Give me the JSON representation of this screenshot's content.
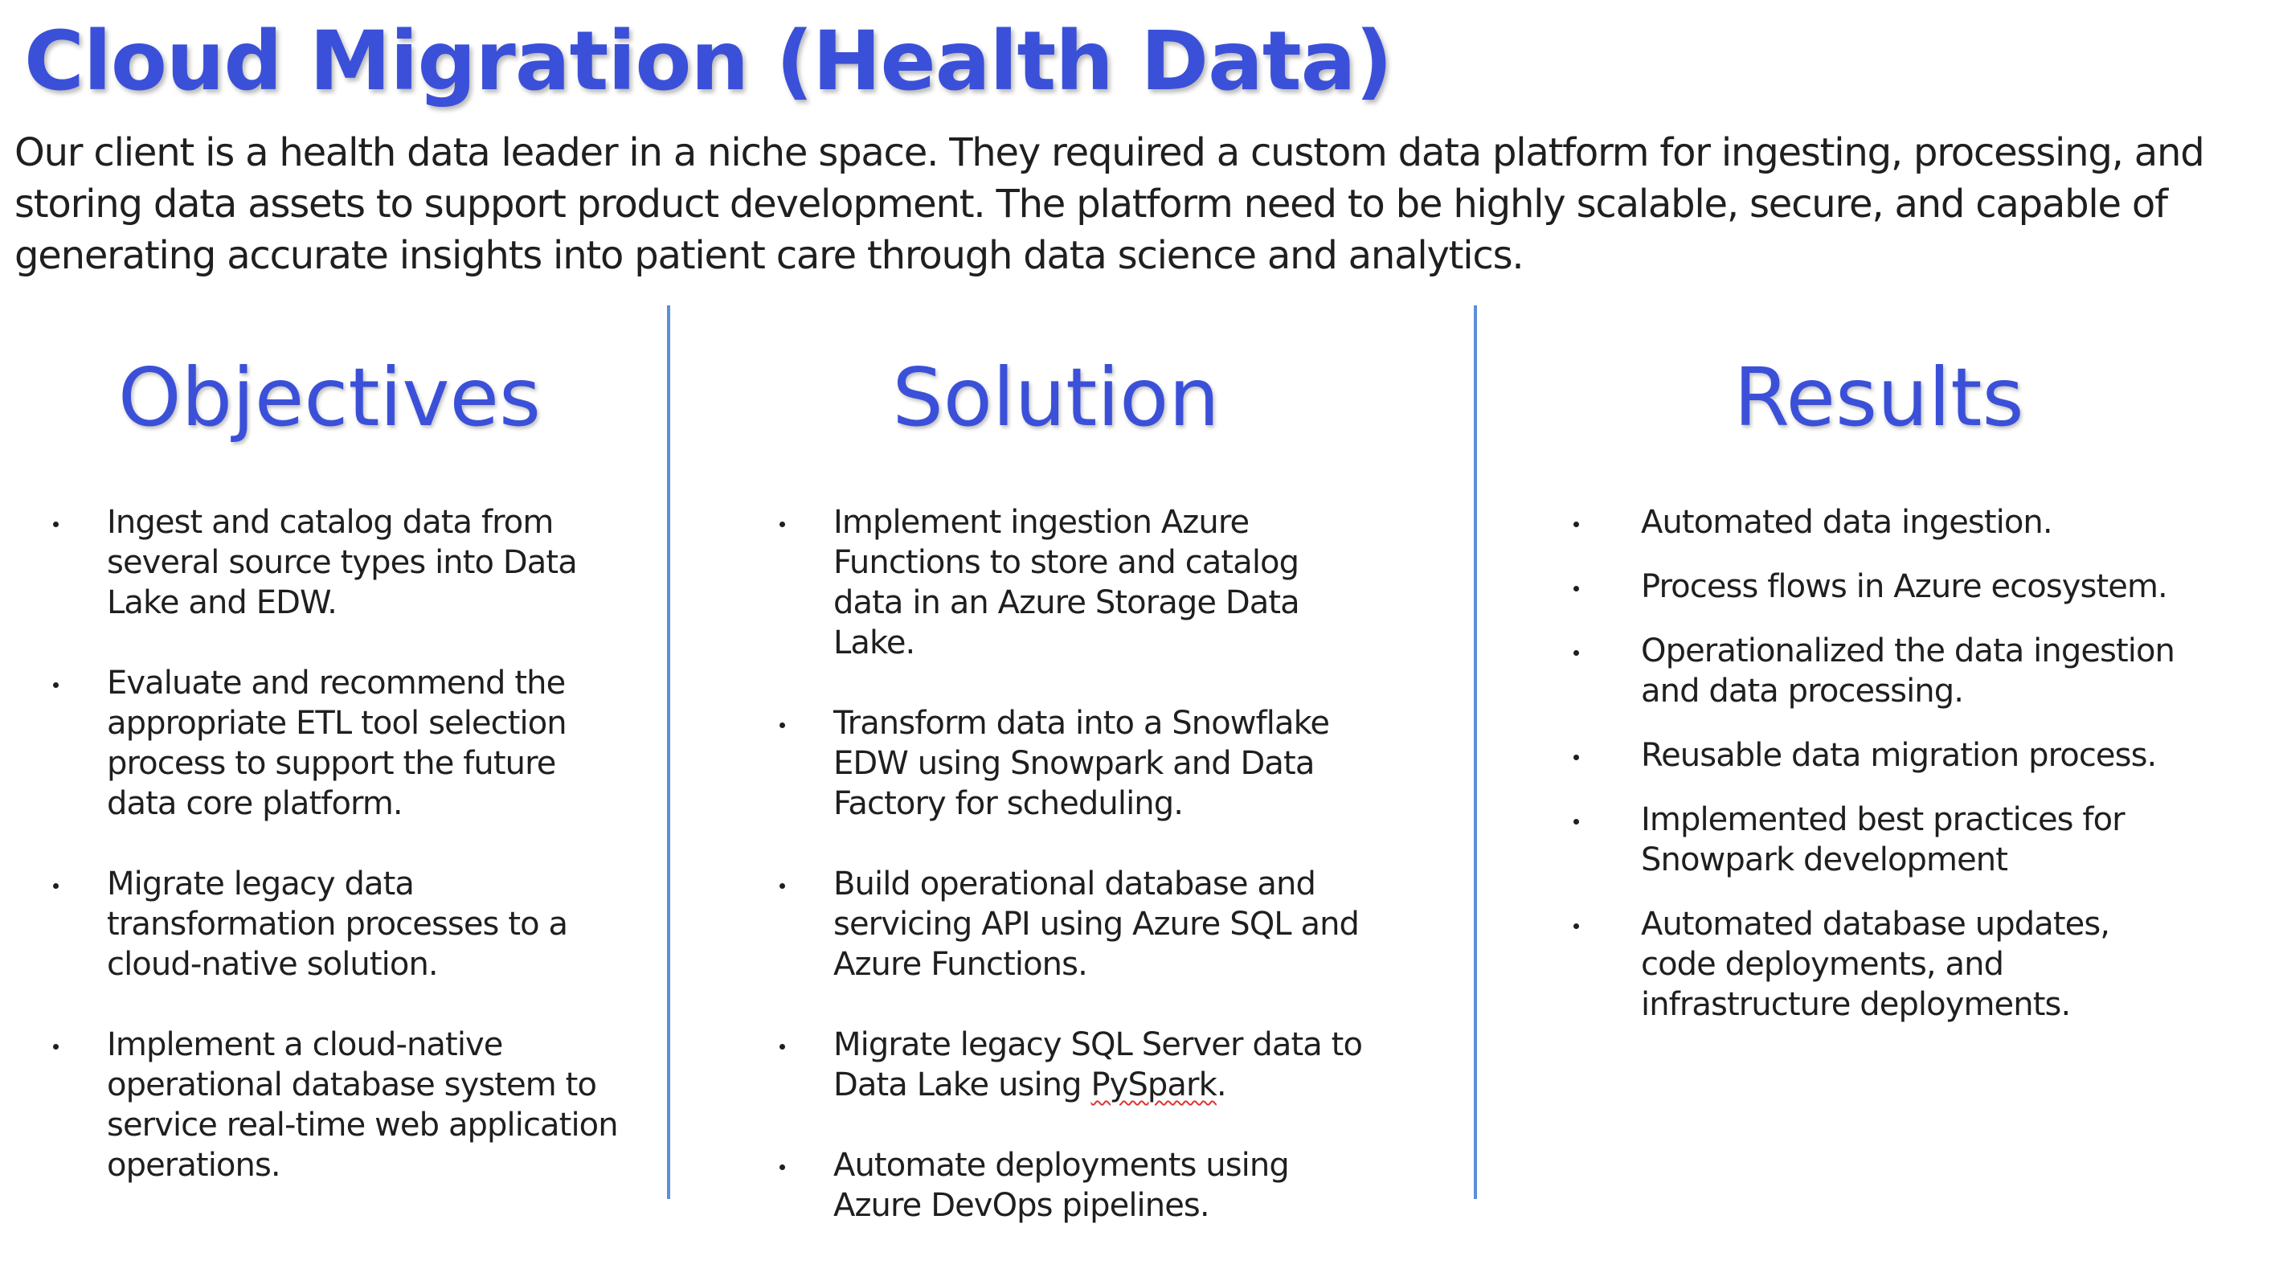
{
  "title": "Cloud Migration (Health Data)",
  "intro": "Our client is a health data leader in a niche space. They required a custom data platform for ingesting, processing, and storing data assets to support product development. The platform need to be highly scalable, secure, and capable of generating accurate insights into patient care through data science and analytics.",
  "objectives": {
    "heading": "Objectives",
    "items": [
      "Ingest and catalog data from several source types into Data Lake and EDW.",
      "Evaluate and recommend the appropriate ETL tool selection process to support the future data core platform.",
      "Migrate legacy data transformation processes to a cloud-native solution.",
      "Implement a cloud-native operational database system to service real-time web application operations."
    ]
  },
  "solution": {
    "heading": "Solution",
    "items": [
      "Implement ingestion Azure Functions to store and catalog data in an Azure Storage Data Lake.",
      "Transform data into a Snowflake EDW using Snowpark and Data Factory for scheduling.",
      "Build operational database and servicing API using Azure SQL and Azure Functions.",
      {
        "before": "Migrate legacy SQL Server data to Data Lake using ",
        "flagged": "PySpark",
        "after": "."
      },
      "Automate deployments using Azure DevOps pipelines."
    ]
  },
  "results": {
    "heading": "Results",
    "items": [
      "Automated data ingestion.",
      "Process flows in Azure ecosystem.",
      "Operationalized the data ingestion and data processing.",
      "Reusable data migration process.",
      "Implemented best practices for Snowpark development",
      "Automated database updates, code deployments, and infrastructure deployments."
    ]
  },
  "colors": {
    "accent": "#3b50d8",
    "divider": "#5b8fd6",
    "body_text": "#1f1f1f"
  }
}
